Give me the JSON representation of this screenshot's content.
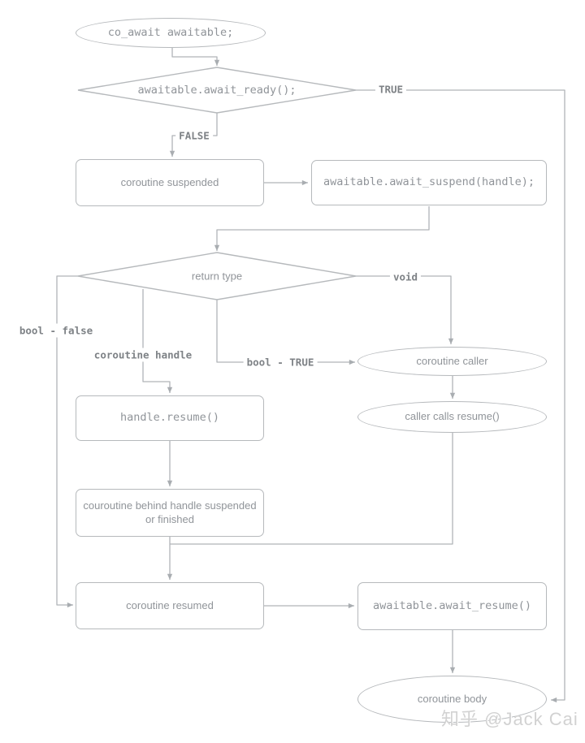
{
  "colors": {
    "background": "#ffffff",
    "line": "#b0b4b8",
    "arrowhead": "#a9adb1",
    "node_border": "#b6b9bc",
    "node_text": "#909499",
    "edge_label_text": "#7e8286",
    "watermark_text": "#d2d2d2"
  },
  "nodes": {
    "start": {
      "label": "co_await awaitable;",
      "shape": "ellipse"
    },
    "await_ready": {
      "label": "awaitable.await_ready();",
      "shape": "decision"
    },
    "coroutine_suspended": {
      "label": "coroutine suspended",
      "shape": "process"
    },
    "await_suspend": {
      "label": "awaitable.await_suspend(handle);",
      "shape": "process"
    },
    "return_type": {
      "label": "return type",
      "shape": "decision"
    },
    "coroutine_caller": {
      "label": "coroutine caller",
      "shape": "ellipse"
    },
    "caller_calls_resume": {
      "label": "caller calls resume()",
      "shape": "ellipse"
    },
    "handle_resume": {
      "label": "handle.resume()",
      "shape": "process"
    },
    "behind_handle": {
      "label": "couroutine behind handle suspended or finished",
      "shape": "process"
    },
    "coroutine_resumed": {
      "label": "coroutine resumed",
      "shape": "process"
    },
    "await_resume": {
      "label": "awaitable.await_resume()",
      "shape": "process"
    },
    "coroutine_body": {
      "label": "coroutine body",
      "shape": "ellipse"
    }
  },
  "edge_labels": {
    "true_branch": "TRUE",
    "false_branch": "FALSE",
    "void_branch": "void",
    "bool_false_branch": "bool - false",
    "coroutine_handle_branch": "coroutine handle",
    "bool_true_branch": "bool - TRUE"
  },
  "watermark": {
    "text": "知乎 @Jack Cai"
  }
}
